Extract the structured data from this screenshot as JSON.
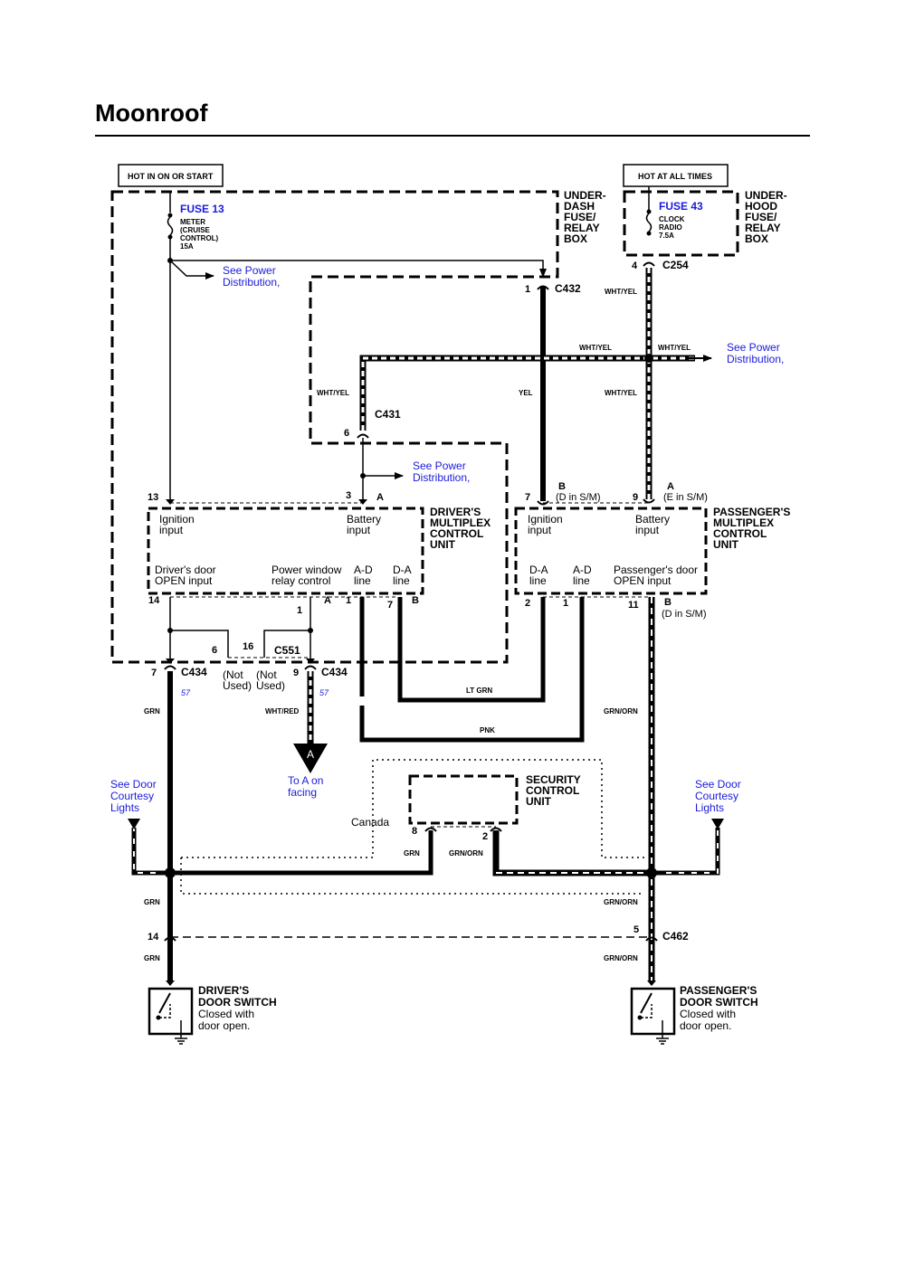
{
  "title": "Moonroof",
  "labels": {
    "hot_ign": "HOT IN ON OR START",
    "hot_all": "HOT AT ALL TIMES",
    "fuse13": "FUSE 13",
    "fuse13_d1": "METER",
    "fuse13_d2": "(CRUISE",
    "fuse13_d3": "CONTROL)",
    "fuse13_d4": "15A",
    "fuse43": "FUSE 43",
    "fuse43_d1": "CLOCK",
    "fuse43_d2": "RADIO",
    "fuse43_d3": "7.5A",
    "udash1": "UNDER-",
    "udash2": "DASH",
    "udash3": "FUSE/",
    "udash4": "RELAY",
    "udash5": "BOX",
    "uhood1": "UNDER-",
    "uhood2": "HOOD",
    "uhood3": "FUSE/",
    "uhood4": "RELAY",
    "uhood5": "BOX",
    "see_pwr1": "See Power",
    "see_pwr2": "Distribution,",
    "c432": "C432",
    "c254": "C254",
    "c431": "C431",
    "c434": "C434",
    "c551": "C551",
    "c462": "C462",
    "wht_yel": "WHT/YEL",
    "yel": "YEL",
    "grn": "GRN",
    "grn_orn": "GRN/ORN",
    "lt_grn": "LT GRN",
    "pnk": "PNK",
    "wht_red": "WHT/RED",
    "ign1": "Ignition",
    "ign2": "input",
    "bat1": "Battery",
    "bat2": "input",
    "dmcu1": "DRIVER'S",
    "dmcu2": "MULTIPLEX",
    "dmcu3": "CONTROL",
    "dmcu4": "UNIT",
    "pmcu1": "PASSENGER'S",
    "pmcu2": "MULTIPLEX",
    "pmcu3": "CONTROL",
    "pmcu4": "UNIT",
    "ddo1": "Driver's door",
    "ddo2": "OPEN input",
    "pwr1": "Power window",
    "pwr2": "relay control",
    "ad1": "A-D",
    "ad2": "line",
    "da1": "D-A",
    "da2": "line",
    "pdo1": "Passenger's door",
    "pdo2": "OPEN input",
    "d_sm": "(D in S/M)",
    "e_sm": "(E in S/M)",
    "not1": "(Not",
    "not2": "Used)",
    "p57": "57",
    "to_a1": "To A on",
    "to_a2": "facing",
    "a": "A",
    "b": "B",
    "sec1": "SECURITY",
    "sec2": "CONTROL",
    "sec3": "UNIT",
    "canada": "Canada",
    "sdc1": "See Door",
    "sdc2": "Courtesy",
    "sdc3": "Lights",
    "dds1": "DRIVER'S",
    "dds2": "DOOR SWITCH",
    "cwo1": "Closed with",
    "cwo2": "door open.",
    "pds1": "PASSENGER'S",
    "pds2": "DOOR SWITCH",
    "n1": "1",
    "n2": "2",
    "n3": "3",
    "n4": "4",
    "n5": "5",
    "n6": "6",
    "n7": "7",
    "n8": "8",
    "n9": "9",
    "n11": "11",
    "n13": "13",
    "n14": "14",
    "n16": "16"
  }
}
